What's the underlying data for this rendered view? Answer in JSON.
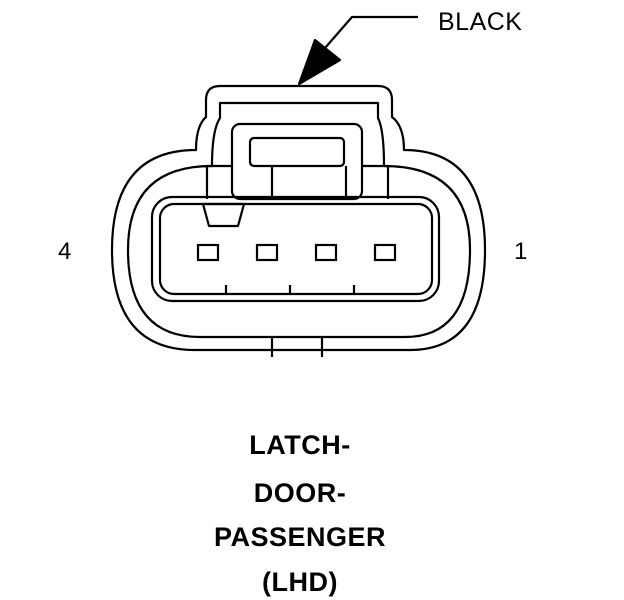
{
  "callout": {
    "color_label": "BLACK"
  },
  "pins": {
    "left": "4",
    "right": "1"
  },
  "title_lines": [
    "LATCH-",
    "DOOR-",
    "PASSENGER",
    "(LHD)"
  ],
  "connector": {
    "cavity_count": 4
  }
}
